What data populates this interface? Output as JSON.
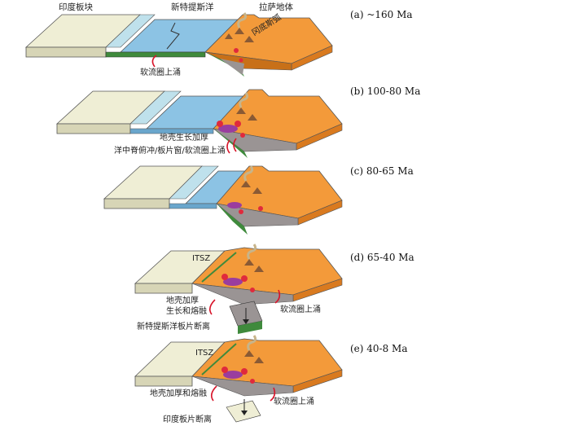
{
  "headers": {
    "india": "印度板块",
    "tethys": "新特提斯洋",
    "lhasa": "拉萨地体"
  },
  "panels": [
    {
      "id": "a",
      "label": "(a) ~160 Ma",
      "annotations": [
        "软流圈上涌",
        "冈底斯弧"
      ]
    },
    {
      "id": "b",
      "label": "(b) 100-80 Ma",
      "annotations": [
        "地壳生长加厚",
        "洋中脊俯冲/板片窗/软流圈上涌"
      ]
    },
    {
      "id": "c",
      "label": "(c) 80-65 Ma",
      "annotations": []
    },
    {
      "id": "d",
      "label": "(d) 65-40 Ma",
      "annotations": [
        "ITSZ",
        "地壳加厚",
        "生长和熔融",
        "软流圈上涌",
        "新特提斯洋板片断离"
      ]
    },
    {
      "id": "e",
      "label": "(e) 40-8 Ma",
      "annotations": [
        "ITSZ",
        "地壳加厚和熔融",
        "软流圈上涌",
        "印度板片断离"
      ]
    }
  ],
  "colors": {
    "continent": "#efeed5",
    "continent_side": "#d7d5b6",
    "shelf": "#bfe1ec",
    "ocean": "#8cc3e4",
    "ocean_side": "#6aa6cc",
    "lhasa_top": "#f39a3a",
    "lhasa_side": "#d97a1f",
    "subduct_green": "#3f8a3c",
    "slab_gray": "#9a9494",
    "magma_red": "#e02a3c",
    "magma_purple": "#9a3d9e",
    "arrow_red": "#d8142a",
    "volcano": "#8a5a34"
  }
}
